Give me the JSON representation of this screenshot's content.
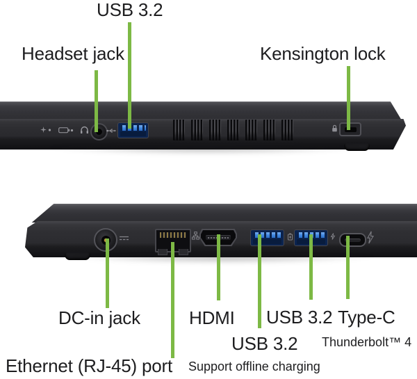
{
  "page": {
    "type": "laptop side-view port annotation diagram",
    "background": "#ffffff"
  },
  "colors": {
    "callout_green": "#7db945",
    "label_text": "#1d1d1f",
    "usb_port_blue": "#3f86e0",
    "chassis_dark": "#2c2c30",
    "dc_pin_gold": "#c2953a"
  },
  "top_view": {
    "labels": {
      "usb": "USB 3.2",
      "headset": "Headset jack",
      "kensington": "Kensington lock"
    }
  },
  "bottom_view": {
    "labels": {
      "dc_in": "DC-in jack",
      "hdmi": "HDMI",
      "usb_front": "USB 3.2",
      "type_c": "Type-C",
      "thunderbolt": "Thunderbolt™ 4",
      "usb_mid": "USB 3.2",
      "usb_mid_note": "Support offline charging",
      "ethernet": "Ethernet (RJ-45) port"
    }
  },
  "icon_glyphs": {
    "power-indicator-icon": "four-point-spark + led dot",
    "battery-indicator-icon": "battery outline + led dot",
    "headphone-icon": "headset arc",
    "usb-icon": "usb trident",
    "lock-icon": "padlock",
    "dc-in-icon": "solid-over-dashed line",
    "network-icon": "lan nodes",
    "usb-charge-icon": "usb + battery",
    "usb-power-icon": "usb + bolt",
    "thunderbolt-icon": "lightning bolt"
  }
}
